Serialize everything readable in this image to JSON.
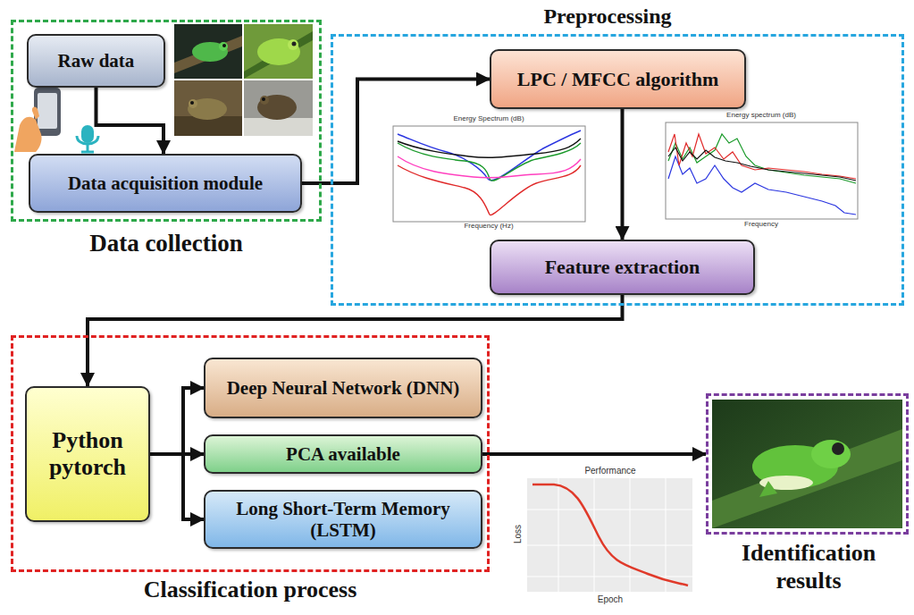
{
  "diagram": {
    "nodes": [
      {
        "text": [
          "Data collection"
        ]
      },
      {
        "text": [
          "Raw data"
        ],
        "in": 0
      },
      {
        "text": [
          "Data acquisition module"
        ],
        "in": 0
      },
      {
        "text": [
          "Preprocessing"
        ]
      },
      {
        "text": [
          "LPC / MFCC algorithm"
        ],
        "in": 3
      },
      {
        "text": [
          "Feature extraction"
        ],
        "in": 3
      },
      {
        "text": [
          "Classification process"
        ]
      },
      {
        "text": [
          "Python pytorch"
        ],
        "in": 6
      },
      {
        "text": [
          "Deep Neural Network (DNN)"
        ],
        "in": 6
      },
      {
        "text": [
          "PCA available"
        ],
        "in": 6
      },
      {
        "text": [
          "Long Short-Term Memory (LSTM)"
        ],
        "in": 6
      },
      {
        "text": [
          "Identification results"
        ]
      }
    ],
    "edges": [
      {
        "from": 1,
        "to": 2,
        "arrow": "to"
      },
      {
        "from": 2,
        "to": 4,
        "arrow": "to"
      },
      {
        "from": 4,
        "to": 5,
        "arrow": "to"
      },
      {
        "from": 5,
        "to": 7,
        "arrow": "to"
      },
      {
        "from": 7,
        "to": 8,
        "arrow": "to"
      },
      {
        "from": 7,
        "to": 9,
        "arrow": "to"
      },
      {
        "from": 7,
        "to": 10,
        "arrow": "to"
      },
      {
        "from": 9,
        "to": 11,
        "arrow": "to"
      }
    ],
    "labels": [
      "Energy Spectrum (dB)",
      "Frequency (Hz)",
      "Energy spectrum (dB)",
      "Frequency",
      "Performance",
      "Epoch",
      "Loss"
    ]
  }
}
